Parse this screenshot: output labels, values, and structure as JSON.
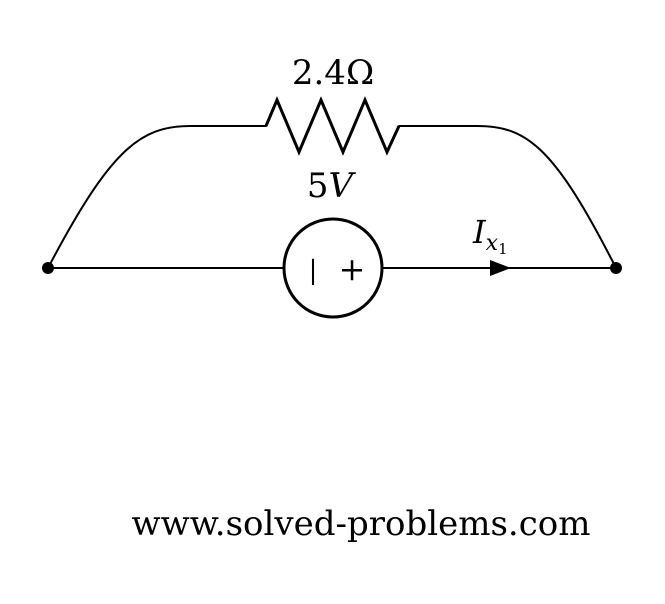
{
  "circuit": {
    "resistor": {
      "value": "2.4",
      "unit": "Ω"
    },
    "voltage_source": {
      "value": "5",
      "unit": "V",
      "polarity_minus": "|",
      "polarity_plus": "+"
    },
    "current": {
      "symbol": "I",
      "subscript": "x",
      "sub_subscript": "1"
    }
  },
  "footer": {
    "website": "www.solved-problems.com"
  }
}
